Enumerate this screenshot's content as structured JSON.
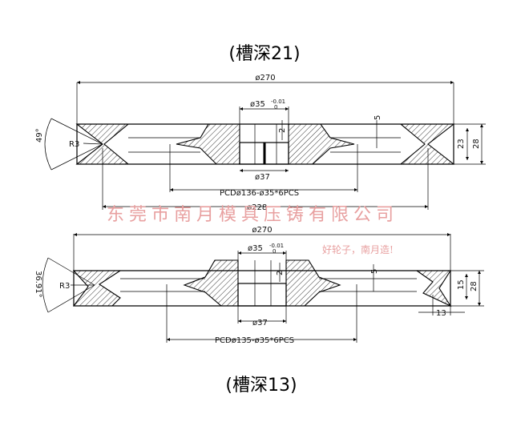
{
  "top_view": {
    "title": "(槽深21)",
    "outer_diameter": "ø270",
    "bore": "ø35",
    "bore_tolerance": "-0.01",
    "bore_tol_sub": "0",
    "hub_step": "2",
    "rim_step": "5",
    "radius": "R3",
    "angle": "49°",
    "groove_depth": "23",
    "thickness": "28",
    "hub_diameter": "ø37",
    "pcd": "PCDø136-ø35*6PCS",
    "inner_diameter": "ø228"
  },
  "bottom_view": {
    "title": "(槽深13)",
    "outer_diameter": "ø270",
    "bore": "ø35",
    "bore_tolerance": "-0.01",
    "bore_tol_sub": "0",
    "hub_step": "2",
    "rim_step": "5",
    "radius": "R3",
    "angle": "36.91°",
    "groove_depth": "15",
    "thickness": "28",
    "groove_width": "13",
    "hub_diameter": "ø37",
    "pcd": "PCDø135-ø35*6PCS"
  },
  "watermark": {
    "company": "东莞市南月模具压铸有限公司",
    "slogan": "好轮子，南月造!"
  }
}
